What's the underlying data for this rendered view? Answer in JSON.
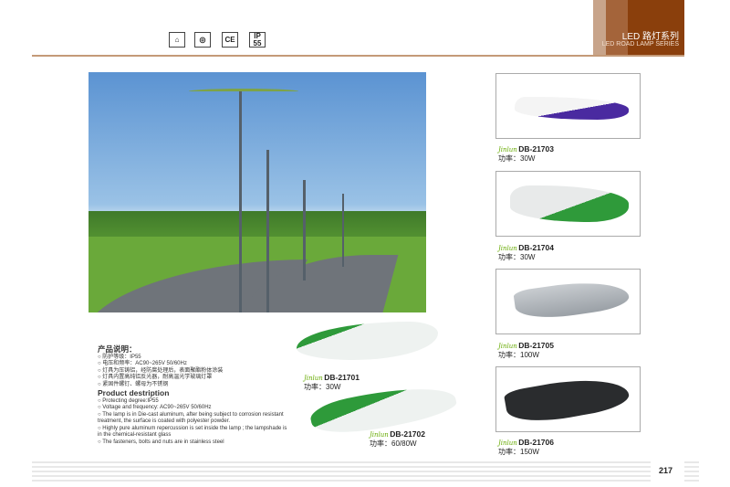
{
  "header": {
    "title": "LED 路灯系列",
    "subtitle": "LED ROAD LAMP SERIES"
  },
  "certs": [
    "IP\n55",
    "CE"
  ],
  "spec": {
    "cn_title": "产品说明：",
    "cn_items": [
      "防护等级：IP55",
      "电压和频率：AC90~265V 50/60Hz",
      "灯具为压铸铝，经防腐处理后，表面聚酯粉体涂装",
      "灯具内置高纯铝反光器，耐高温光学玻璃灯罩",
      "紧固件螺钉、螺母为不锈钢"
    ],
    "en_title": "Product destription",
    "en_items": [
      "Protecting degree:IP55",
      "Voltage and frequency: AC90~265V 50/60Hz",
      "The lamp is in Die-cast aluminum, after being subject to corrosion resistant treatment, the surface is coated with polyester powder.",
      "Highly pure aluminum repercussion is set inside the lamp ; the lampshade is in the chemical-resistant glass",
      "The fasteners, bolts and nuts are in stainless steel"
    ]
  },
  "products": [
    {
      "model": "DB-21701",
      "power": "功率：30W"
    },
    {
      "model": "DB-21702",
      "power": "功率：60/80W"
    },
    {
      "model": "DB-21703",
      "power": "功率：30W"
    },
    {
      "model": "DB-21704",
      "power": "功率：30W"
    },
    {
      "model": "DB-21705",
      "power": "功率：100W"
    },
    {
      "model": "DB-21706",
      "power": "功率：150W"
    }
  ],
  "brand_logo": "Jinlun",
  "page_number": "217"
}
